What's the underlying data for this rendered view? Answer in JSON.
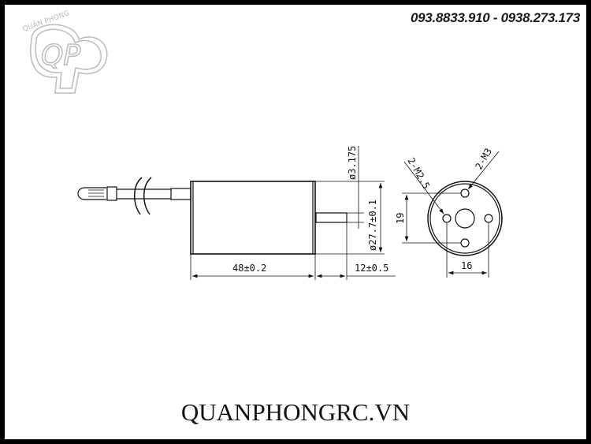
{
  "logo": {
    "text": "QUÂN PHONG",
    "monogram": "QP"
  },
  "header": {
    "phone": "093.8833.910 - 0938.273.173"
  },
  "drawing": {
    "body_length": "48±0.2",
    "shaft_length": "12±0.5",
    "shaft_diameter": "ø3.175",
    "body_diameter": "ø27.7±0.1",
    "hole_spacing_vertical": "19",
    "hole_spacing_horizontal": "16",
    "thread_small": "2-M2.5",
    "thread_large": "2-M3"
  },
  "footer": {
    "website": "QUANPHONGRC.VN"
  }
}
